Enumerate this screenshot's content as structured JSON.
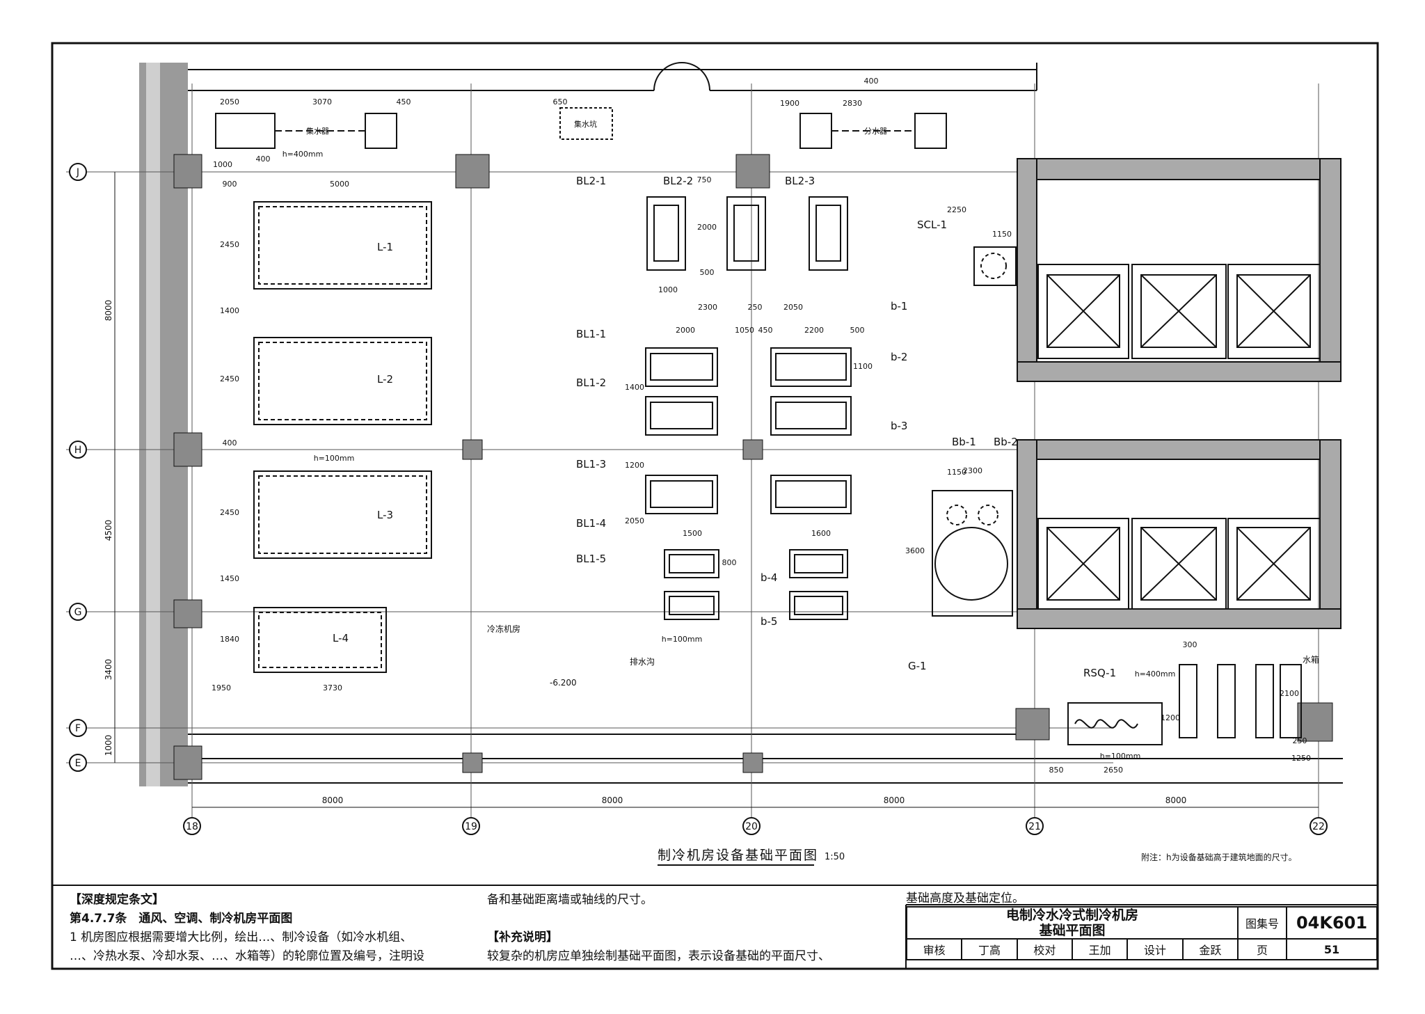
{
  "drawing": {
    "title": "制冷机房设备基础平面图",
    "scale": "1:50",
    "note": "附注：h为设备基础高于建筑地面的尺寸。",
    "room_label": "冷冻机房",
    "drain_label": "排水沟",
    "level": "-6.200"
  },
  "axes": {
    "rows": [
      "J",
      "H",
      "G",
      "F",
      "E"
    ],
    "cols": [
      "18",
      "19",
      "20",
      "21",
      "22"
    ],
    "col_spacing": [
      "8000",
      "8000",
      "8000",
      "8000"
    ],
    "row_dims": [
      "8000",
      "4500",
      "3400",
      "1000"
    ]
  },
  "equipment": {
    "chillers": [
      "L-1",
      "L-2",
      "L-3",
      "L-4"
    ],
    "pumps_bl2": [
      "BL2-1",
      "BL2-2",
      "BL2-3"
    ],
    "pumps_bl1": [
      "BL1-1",
      "BL1-2",
      "BL1-3",
      "BL1-4",
      "BL1-5"
    ],
    "pumps_b": [
      "b-1",
      "b-2",
      "b-3",
      "b-4",
      "b-5"
    ],
    "others": [
      "SCL-1",
      "Bb-1",
      "Bb-2",
      "G-1",
      "RSQ-1",
      "水箱"
    ],
    "collector": "集水器",
    "distributor": "分水器",
    "sump": "集水坑"
  },
  "dims": {
    "top": [
      "2050",
      "3070",
      "450",
      "1000",
      "400",
      "h=400mm",
      "1900",
      "2830",
      "650",
      "400"
    ],
    "chiller": [
      "5000",
      "900",
      "2450",
      "1400",
      "2450",
      "400",
      "2450",
      "1450",
      "1840",
      "1950",
      "3730",
      "h=100mm"
    ],
    "pumps": [
      "750",
      "2000",
      "500",
      "1000",
      "2300",
      "250",
      "2050",
      "2000",
      "1050",
      "450",
      "2200",
      "500",
      "1100",
      "1400",
      "1200",
      "2050",
      "1500",
      "1600",
      "800",
      "h=100mm"
    ],
    "right": [
      "1150",
      "2250",
      "2300",
      "1150",
      "3600",
      "300",
      "1200",
      "2100",
      "250",
      "850",
      "2650",
      "1250",
      "h=100mm",
      "h=400mm"
    ]
  },
  "notes": {
    "heading": "【深度规定条文】",
    "clause": "第4.7.7条　通风、空调、制冷机房平面图",
    "line1": "1 机房图应根据需要增大比例，绘出…、制冷设备（如冷水机组、",
    "line2": "…、冷热水泵、冷却水泵、…、水箱等）的轮廓位置及编号，注明设",
    "col2_line1": "备和基础距离墙或轴线的尺寸。",
    "supp_heading": "【补充说明】",
    "supp_line1": "较复杂的机房应单独绘制基础平面图，表示设备基础的平面尺寸、",
    "col3_line1": "基础高度及基础定位。"
  },
  "title_block": {
    "title_line1": "电制冷水冷式制冷机房",
    "title_line2": "基础平面图",
    "atlas_label": "图集号",
    "atlas_no": "04K601",
    "review": "审核",
    "reviewer": "丁高",
    "check": "校对",
    "checker": "王加",
    "design": "设计",
    "designer": "金跃",
    "page_label": "页",
    "page_no": "51"
  }
}
